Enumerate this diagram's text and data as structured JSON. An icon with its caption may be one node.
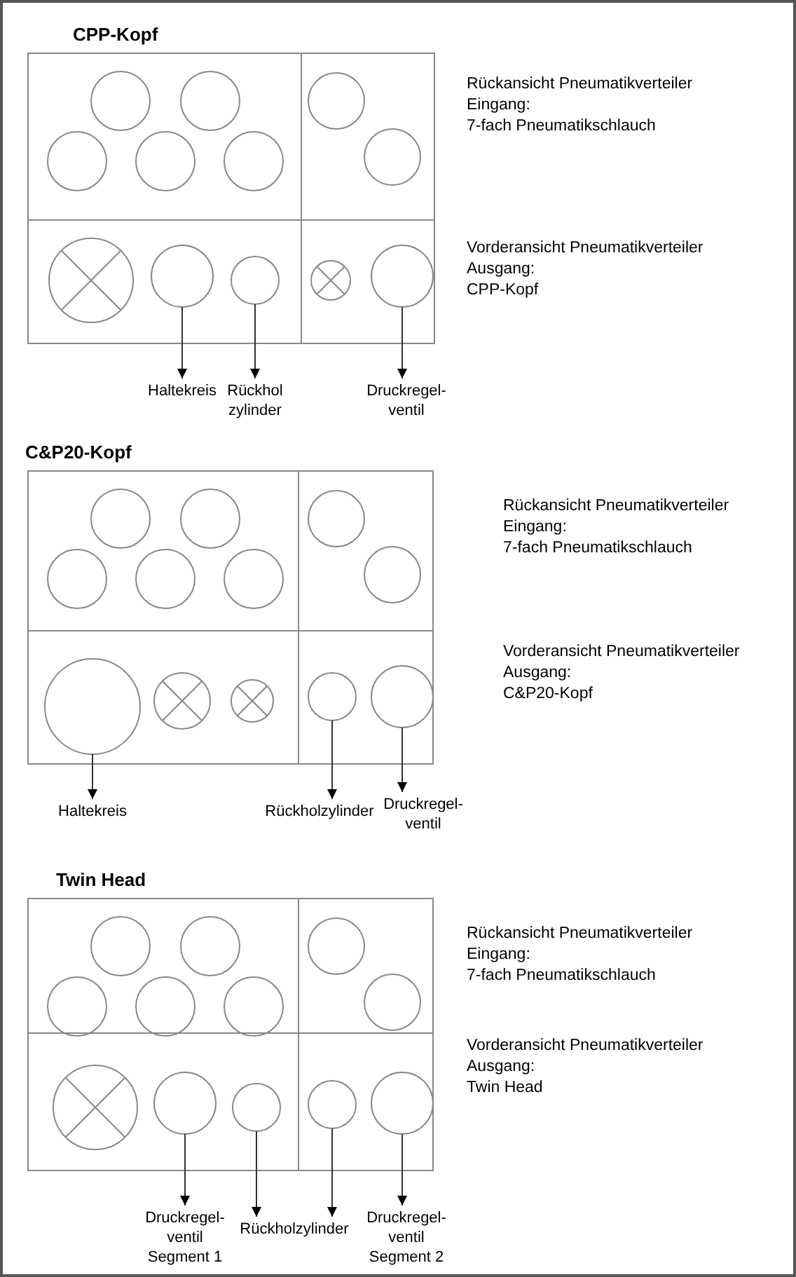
{
  "diagram": {
    "nodes": [
      {
        "text": [],
        "shape": "box"
      },
      {
        "text": [],
        "shape": "circle",
        "in": 0
      },
      {
        "text": [],
        "shape": "circle",
        "in": 0
      },
      {
        "text": [],
        "shape": "circle",
        "in": 0
      },
      {
        "text": [],
        "shape": "circle",
        "in": 0
      },
      {
        "text": [],
        "shape": "circle",
        "in": 0
      },
      {
        "text": [],
        "shape": "circle",
        "in": 0
      },
      {
        "text": [],
        "shape": "circle",
        "in": 0
      },
      {
        "text": [],
        "shape": "circle",
        "in": 0
      },
      {
        "text": [],
        "shape": "circle",
        "in": 0
      },
      {
        "text": [],
        "shape": "circle",
        "in": 0
      },
      {
        "text": [],
        "shape": "circle",
        "in": 0
      },
      {
        "text": [],
        "shape": "circle",
        "in": 0
      },
      {
        "text": [
          "Haltekreis"
        ]
      },
      {
        "text": [
          "Rückhol zylinder"
        ]
      },
      {
        "text": [
          "Druckregel- ventil"
        ]
      },
      {
        "text": [],
        "shape": "box"
      },
      {
        "text": [],
        "shape": "circle",
        "in": 16
      },
      {
        "text": [],
        "shape": "circle",
        "in": 16
      },
      {
        "text": [],
        "shape": "circle",
        "in": 16
      },
      {
        "text": [],
        "shape": "circle",
        "in": 16
      },
      {
        "text": [],
        "shape": "circle",
        "in": 16
      },
      {
        "text": [],
        "shape": "circle",
        "in": 16
      },
      {
        "text": [],
        "shape": "circle",
        "in": 16
      },
      {
        "text": [],
        "shape": "circle",
        "in": 16
      },
      {
        "text": [],
        "shape": "circle",
        "in": 16
      },
      {
        "text": [],
        "shape": "circle",
        "in": 16
      },
      {
        "text": [],
        "shape": "circle",
        "in": 16
      },
      {
        "text": [],
        "shape": "circle",
        "in": 16
      },
      {
        "text": [
          "Haltekreis"
        ]
      },
      {
        "text": [
          "Rückholzylinder"
        ]
      },
      {
        "text": [
          "Druckregel- ventil"
        ]
      },
      {
        "text": [],
        "shape": "box"
      },
      {
        "text": [],
        "shape": "circle",
        "in": 32
      },
      {
        "text": [],
        "shape": "circle",
        "in": 32
      },
      {
        "text": [],
        "shape": "circle",
        "in": 32
      },
      {
        "text": [],
        "shape": "circle",
        "in": 32
      },
      {
        "text": [],
        "shape": "circle",
        "in": 32
      },
      {
        "text": [],
        "shape": "circle",
        "in": 32
      },
      {
        "text": [],
        "shape": "circle",
        "in": 32
      },
      {
        "text": [],
        "shape": "circle",
        "in": 32
      },
      {
        "text": [],
        "shape": "circle",
        "in": 32
      },
      {
        "text": [],
        "shape": "circle",
        "in": 32
      },
      {
        "text": [],
        "shape": "circle",
        "in": 32
      },
      {
        "text": [],
        "shape": "circle",
        "in": 32
      },
      {
        "text": [
          "Druckregel- ventil Segment 1"
        ]
      },
      {
        "text": [
          "Rückholzylinder"
        ]
      },
      {
        "text": [
          "Druckregel- ventil Segment 2"
        ]
      }
    ],
    "edges": [
      {
        "from": 9,
        "to": 13,
        "arrow": "to"
      },
      {
        "from": 10,
        "to": 14,
        "arrow": "to"
      },
      {
        "from": 12,
        "to": 15,
        "arrow": "to"
      },
      {
        "from": 24,
        "to": 29,
        "arrow": "to"
      },
      {
        "from": 27,
        "to": 30,
        "arrow": "to"
      },
      {
        "from": 28,
        "to": 31,
        "arrow": "to"
      },
      {
        "from": 41,
        "to": 45,
        "arrow": "to"
      },
      {
        "from": 42,
        "to": 46,
        "arrow": "to"
      },
      {
        "from": 43,
        "to": 46,
        "arrow": "to"
      },
      {
        "from": 44,
        "to": 47,
        "arrow": "to"
      }
    ],
    "labels": [
      "CPP-Kopf",
      "Rückansicht Pneumatikverteiler",
      "Eingang:",
      "7-fach Pneumatikschlauch",
      "Vorderansicht Pneumatikverteiler",
      "Ausgang:",
      "CPP-Kopf",
      "C&P20-Kopf",
      "Rückansicht Pneumatikverteiler",
      "Eingang:",
      "7-fach Pneumatikschlauch",
      "Vorderansicht Pneumatikverteiler",
      "Ausgang:",
      "C&P20-Kopf",
      "Twin Head",
      "Rückansicht Pneumatikverteiler",
      "Eingang:",
      "7-fach Pneumatikschlauch",
      "Vorderansicht Pneumatikverteiler",
      "Ausgang:",
      "Twin Head"
    ]
  }
}
